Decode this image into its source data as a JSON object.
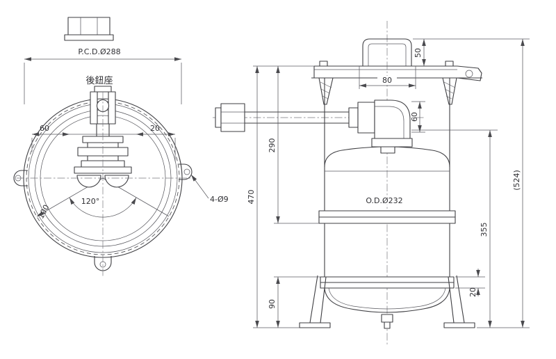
{
  "drawing": {
    "background": "#ffffff",
    "line_color": "#3e3e42",
    "text_color": "#2f2f33",
    "top_view": {
      "pcd_label": "P.C.D.Ø288",
      "rear_hinge_label": "後鈕座",
      "dim_60": "60",
      "dim_20": "20",
      "angle_120": "120°",
      "dim_100": "100",
      "holes_label": "4-Ø9"
    },
    "side_view": {
      "dim_50": "50",
      "dim_80": "80",
      "dim_60": "60",
      "dim_290": "290",
      "dim_470": "470",
      "od_label": "O.D.Ø232",
      "dim_355": "355",
      "dim_524": "(524)",
      "dim_20": "20",
      "dim_90": "90"
    }
  }
}
